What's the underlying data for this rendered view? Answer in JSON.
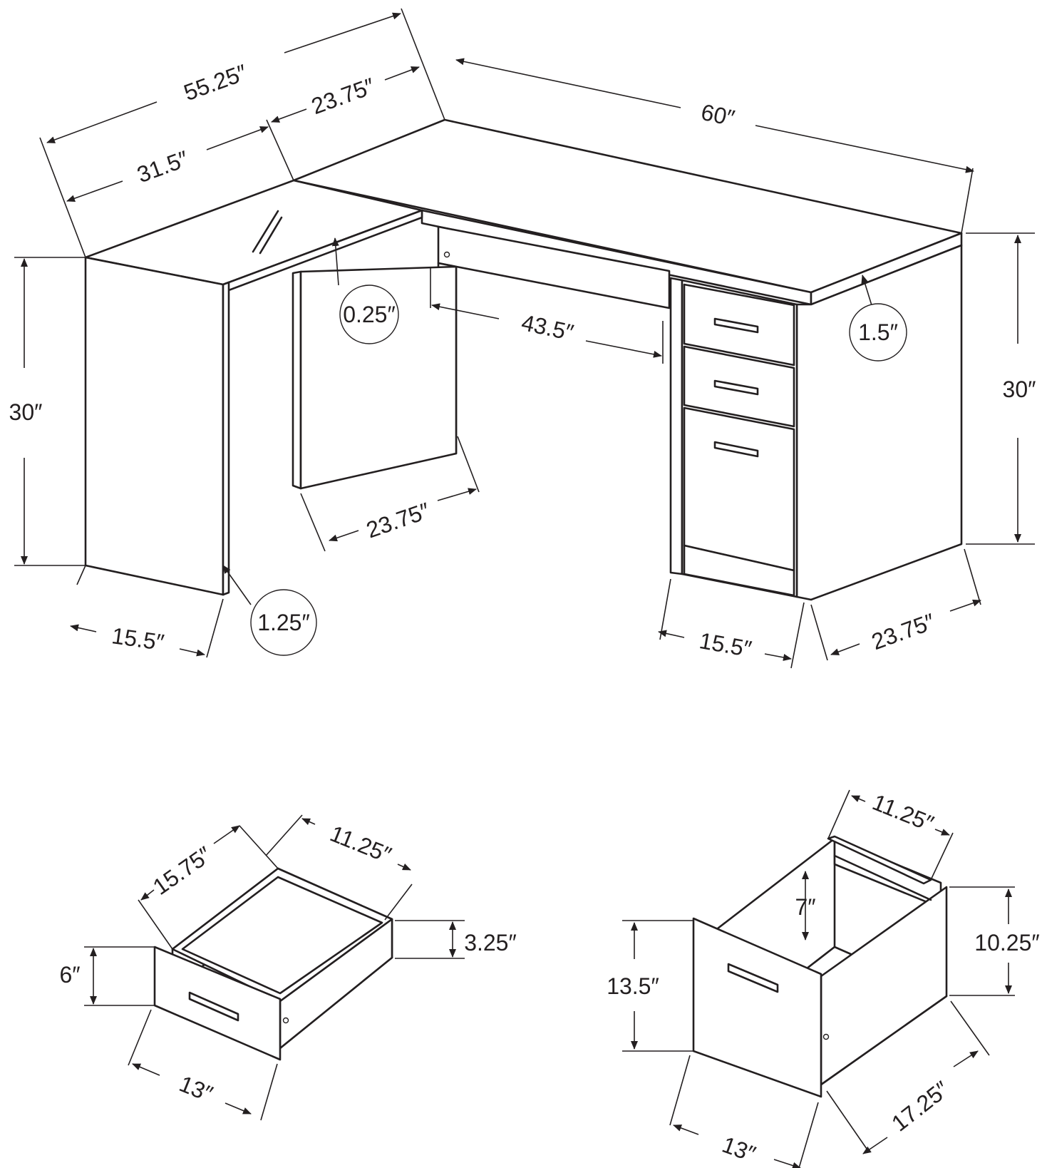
{
  "desk": {
    "overall_depth": "55.25″",
    "left_return_top": "31.5″",
    "corner_depth_top": "23.75″",
    "main_width": "60″",
    "left_height": "30″",
    "right_height": "30″",
    "glass_thickness": "0.25″",
    "top_thickness": "1.5″",
    "knee_space": "43.5″",
    "panel_depth_mid": "23.75″",
    "panel_thickness": "1.25″",
    "left_leg_depth": "15.5″",
    "pedestal_width": "15.5″",
    "pedestal_depth": "23.75″"
  },
  "small_drawer": {
    "depth": "15.75″",
    "width_back": "11.25″",
    "front_height": "6″",
    "side_height": "3.25″",
    "front_width": "13″"
  },
  "file_drawer": {
    "width_back": "11.25″",
    "inner_height": "7″",
    "front_height": "13.5″",
    "side_height": "10.25″",
    "front_width": "13″",
    "depth": "17.25″"
  }
}
